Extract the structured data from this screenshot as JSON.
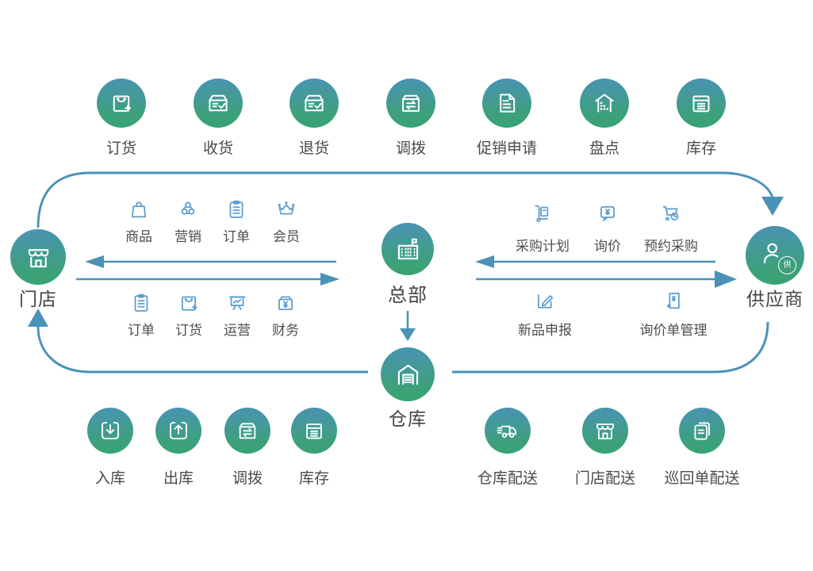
{
  "colors": {
    "circle_gradient_top": "#4a93b4",
    "circle_gradient_bottom": "#36a375",
    "connector_line": "#4a92b8",
    "mini_icon": "#5b9ccf",
    "label_text": "#4a4a4a"
  },
  "nodes": {
    "store": {
      "label": "门店",
      "icon": "storefront-icon"
    },
    "headquarters": {
      "label": "总部",
      "icon": "hq-building-icon"
    },
    "supplier": {
      "label": "供应商",
      "icon": "person-icon",
      "badge": "供"
    },
    "warehouse": {
      "label": "仓库",
      "icon": "warehouse-icon"
    }
  },
  "top_row": [
    {
      "label": "订货",
      "icon": "shopping-bag-plus-icon"
    },
    {
      "label": "收货",
      "icon": "box-check-icon"
    },
    {
      "label": "退货",
      "icon": "box-check-icon"
    },
    {
      "label": "调拨",
      "icon": "box-transfer-icon"
    },
    {
      "label": "促销申请",
      "icon": "document-icon"
    },
    {
      "label": "盘点",
      "icon": "building-dots-icon"
    },
    {
      "label": "库存",
      "icon": "storage-box-icon"
    }
  ],
  "store_hq_links": {
    "row1": [
      {
        "label": "商品",
        "icon": "shopping-bag-icon"
      },
      {
        "label": "营销",
        "icon": "marketing-circles-icon"
      },
      {
        "label": "订单",
        "icon": "clipboard-icon"
      },
      {
        "label": "会员",
        "icon": "crown-icon"
      }
    ],
    "row2": [
      {
        "label": "订单",
        "icon": "clipboard-icon"
      },
      {
        "label": "订货",
        "icon": "shopping-bag-plus-icon"
      },
      {
        "label": "运营",
        "icon": "presentation-chart-icon"
      },
      {
        "label": "财务",
        "icon": "cashbox-icon"
      }
    ]
  },
  "hq_supplier_links": {
    "row1": [
      {
        "label": "采购计划",
        "icon": "trolley-icon"
      },
      {
        "label": "询价",
        "icon": "price-bubble-icon"
      },
      {
        "label": "预约采购",
        "icon": "cart-clock-icon"
      }
    ],
    "row2": [
      {
        "label": "新品申报",
        "icon": "edit-pencil-icon"
      },
      {
        "label": "询价单管理",
        "icon": "price-doc-icon"
      }
    ]
  },
  "bottom_left_row": [
    {
      "label": "入库",
      "icon": "inbound-arrow-icon"
    },
    {
      "label": "出库",
      "icon": "outbound-arrow-icon"
    },
    {
      "label": "调拨",
      "icon": "box-transfer-icon"
    },
    {
      "label": "库存",
      "icon": "storage-box-icon"
    }
  ],
  "bottom_right_row": [
    {
      "label": "仓库配送",
      "icon": "delivery-truck-icon"
    },
    {
      "label": "门店配送",
      "icon": "storefront-icon"
    },
    {
      "label": "巡回单配送",
      "icon": "documents-stack-icon"
    }
  ]
}
